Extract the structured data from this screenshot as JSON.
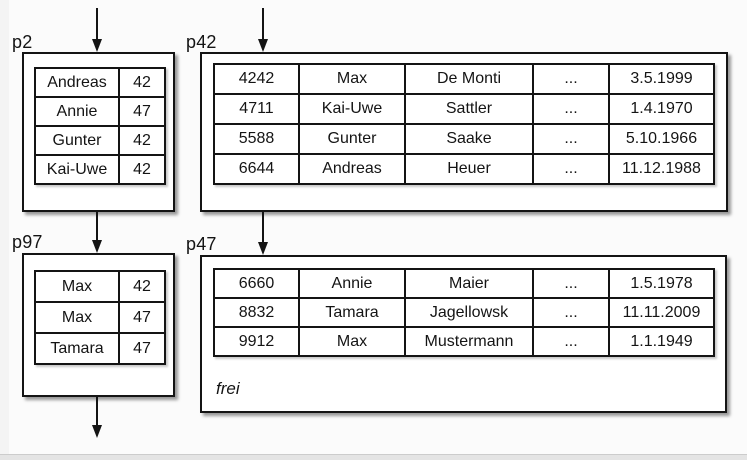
{
  "pages": {
    "p2": {
      "label": "p2",
      "rows": [
        [
          "Andreas",
          "42"
        ],
        [
          "Annie",
          "47"
        ],
        [
          "Gunter",
          "42"
        ],
        [
          "Kai-Uwe",
          "42"
        ]
      ]
    },
    "p42": {
      "label": "p42",
      "rows": [
        [
          "4242",
          "Max",
          "De Monti",
          "...",
          "3.5.1999"
        ],
        [
          "4711",
          "Kai-Uwe",
          "Sattler",
          "...",
          "1.4.1970"
        ],
        [
          "5588",
          "Gunter",
          "Saake",
          "...",
          "5.10.1966"
        ],
        [
          "6644",
          "Andreas",
          "Heuer",
          "...",
          "11.12.1988"
        ]
      ]
    },
    "p97": {
      "label": "p97",
      "rows": [
        [
          "Max",
          "42"
        ],
        [
          "Max",
          "47"
        ],
        [
          "Tamara",
          "47"
        ]
      ]
    },
    "p47": {
      "label": "p47",
      "rows": [
        [
          "6660",
          "Annie",
          "Maier",
          "...",
          "1.5.1978"
        ],
        [
          "8832",
          "Tamara",
          "Jagellowsk",
          "...",
          "11.11.2009"
        ],
        [
          "9912",
          "Max",
          "Mustermann",
          "...",
          "1.1.1949"
        ]
      ],
      "free_label": "frei"
    }
  },
  "colors": {
    "border": "#141414",
    "box_bg": "#ffffff",
    "page_bg": "#fbfbfb",
    "bottom_bar": "#e4e4e4"
  }
}
